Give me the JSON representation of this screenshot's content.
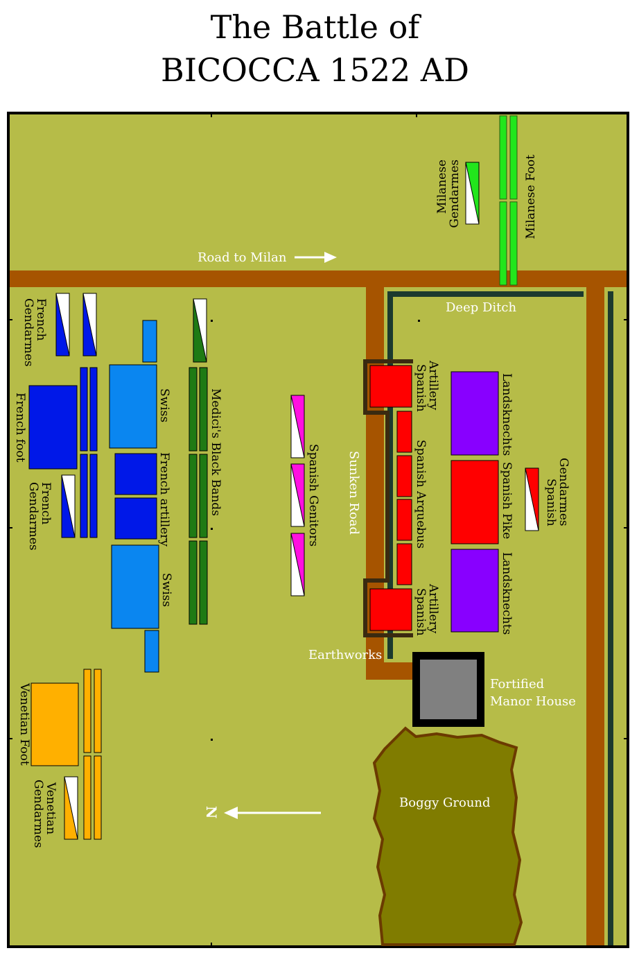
{
  "title": {
    "line1": "The Battle of",
    "line2": "BICOCCA 1522 AD"
  },
  "colors": {
    "field": "#b6bc48",
    "road": "#a65400",
    "ditch": "#1c3a2e",
    "french": "#0018e8",
    "swiss": "#0a86f0",
    "black_bands": "#1f7a14",
    "genitors": "#ff10e0",
    "spanish": "#ff0000",
    "landsknechts": "#8800ff",
    "milanese": "#22e61c",
    "venetian": "#ffb000",
    "manor": "#808080",
    "bog": "#807c00"
  },
  "labels": {
    "road_to_milan": "Road to Milan",
    "deep_ditch": "Deep Ditch",
    "sunken_road": "Sunken Road",
    "earthworks": "Earthworks",
    "manor_line1": "Fortified",
    "manor_line2": "Manor House",
    "boggy_ground": "Boggy Ground",
    "north": "N",
    "milanese_gendarmes_1": "Milanese",
    "milanese_gendarmes_2": "Gendarmes",
    "milanese_foot": "Milanese Foot",
    "french_gendarmes_top_1": "French",
    "french_gendarmes_top_2": "Gendarmes",
    "french_foot": "French foot",
    "french_gendarmes_mid_1": "French",
    "french_gendarmes_mid_2": "Gendarmes",
    "swiss_top": "Swiss",
    "french_artillery": "French artillery",
    "swiss_bottom": "Swiss",
    "black_bands": "Medici's Black Bands",
    "spanish_genitors": "Spanish Genitors",
    "spanish_artillery_top_1": "Spanish",
    "spanish_artillery_top_2": "Artillery",
    "spanish_arquebus": "Spanish Arquebus",
    "spanish_artillery_bottom_1": "Spanish",
    "spanish_artillery_bottom_2": "Artillery",
    "landsknechts_top": "Landsknechts",
    "spanish_pike": "Spanish Pike",
    "landsknechts_bottom": "Landsknechts",
    "spanish_gendarmes_1": "Spanish",
    "spanish_gendarmes_2": "Gendarmes",
    "venetian_foot": "Venetian Foot",
    "venetian_gendarmes_1": "Venetian",
    "venetian_gendarmes_2": "Gendarmes"
  }
}
